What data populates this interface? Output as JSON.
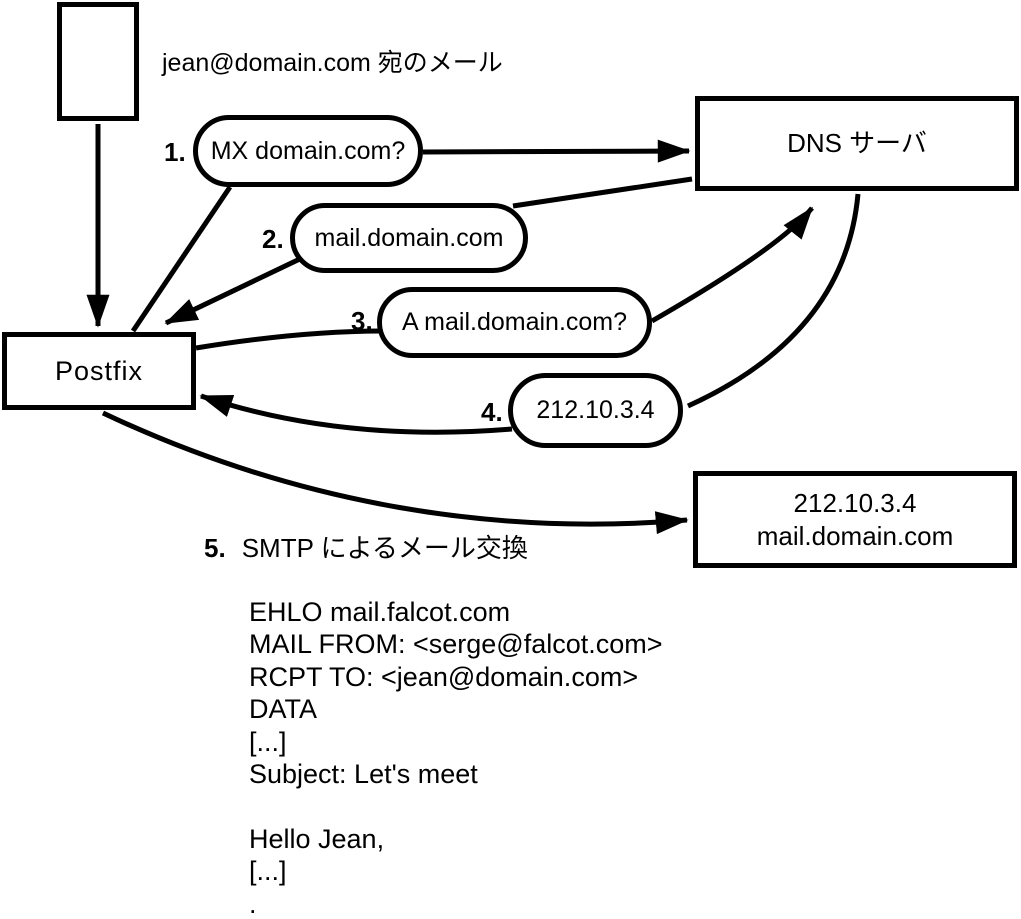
{
  "colors": {
    "ink": "#000000",
    "background": "#ffffff"
  },
  "sender": {
    "label": "jean@domain.com 宛のメール"
  },
  "nodes": {
    "postfix": {
      "label": "Postfix"
    },
    "dns": {
      "label": "DNS サーバ"
    },
    "mail_server": {
      "line1": "212.10.3.4",
      "line2": "mail.domain.com"
    }
  },
  "steps": [
    {
      "num": "1.",
      "label": "MX domain.com?"
    },
    {
      "num": "2.",
      "label": "mail.domain.com"
    },
    {
      "num": "3.",
      "label": "A mail.domain.com?"
    },
    {
      "num": "4.",
      "label": "212.10.3.4"
    },
    {
      "num": "5.",
      "label": "SMTP によるメール交換"
    }
  ],
  "smtp": {
    "lines": [
      "EHLO mail.falcot.com",
      "MAIL FROM: <serge@falcot.com>",
      "RCPT TO: <jean@domain.com>",
      "DATA",
      "[...]",
      "Subject: Let's meet",
      "",
      "Hello Jean,",
      "[...]",
      "."
    ]
  }
}
